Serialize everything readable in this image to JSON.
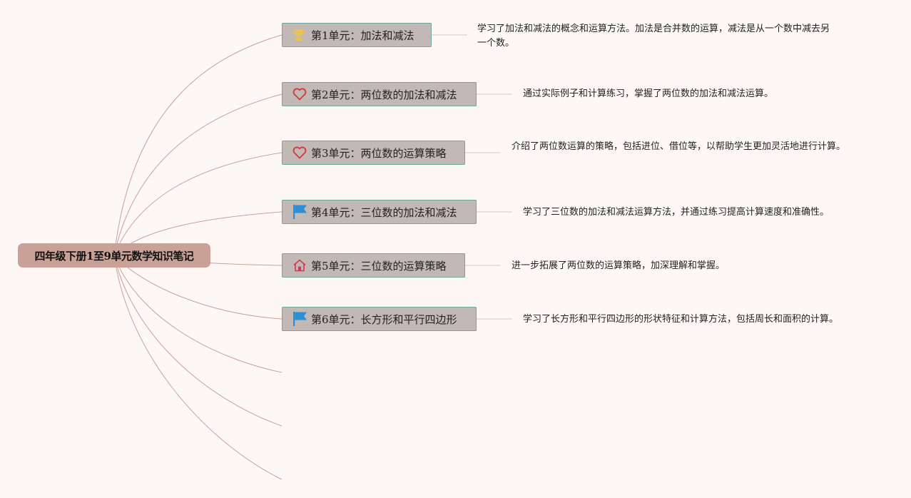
{
  "title": "四年级下册1至9单元数学知识笔记",
  "units": [
    {
      "label": "第1单元：加法和减法",
      "icon": "trophy-icon",
      "desc": "学习了加法和减法的概念和运算方法。加法是合并数的运算，减法是从一个数中减去另一个数。"
    },
    {
      "label": "第2单元：两位数的加法和减法",
      "icon": "heart-icon",
      "desc": "通过实际例子和计算练习，掌握了两位数的加法和减法运算。"
    },
    {
      "label": "第3单元：两位数的运算策略",
      "icon": "heart-icon",
      "desc": "介绍了两位数运算的策略，包括进位、借位等，以帮助学生更加灵活地进行计算。"
    },
    {
      "label": "第4单元：三位数的加法和减法",
      "icon": "flag-icon",
      "desc": "学习了三位数的加法和减法运算方法，并通过练习提高计算速度和准确性。"
    },
    {
      "label": "第5单元：三位数的运算策略",
      "icon": "home-icon",
      "desc": "进一步拓展了两位数的运算策略，加深理解和掌握。"
    },
    {
      "label": "第6单元：长方形和平行四边形",
      "icon": "flag-icon",
      "desc": "学习了长方形和平行四边形的形状特征和计算方法，包括周长和面积的计算。"
    }
  ],
  "colors": {
    "root": "#c9a196",
    "branch": "#c9a196",
    "node_fill": "#c2b8b5",
    "node_border": "#6fa79a",
    "heart": "#d0393c",
    "flag": "#2a8fd6",
    "home": "#d0394f",
    "trophy": "#e9c15a"
  }
}
